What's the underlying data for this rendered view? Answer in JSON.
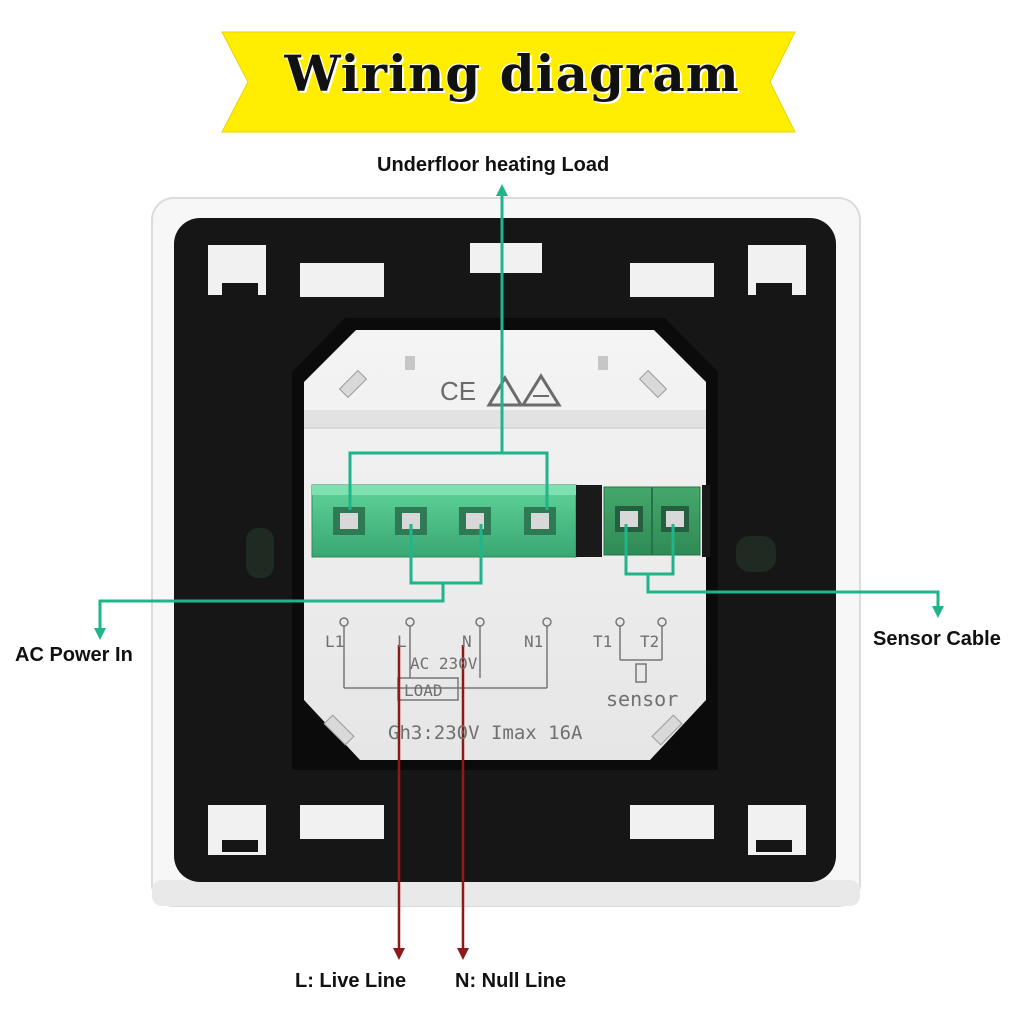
{
  "title": "Wiring diagram",
  "labels": {
    "load": "Underfloor heating Load",
    "ac_power": "AC Power In",
    "sensor_cable": "Sensor Cable",
    "live": "L:  Live Line",
    "null": "N:  Null Line"
  },
  "device": {
    "certification_marks": "CE",
    "terminal_labels": [
      "L1",
      "L",
      "N",
      "N1",
      "T1",
      "T2"
    ],
    "ac_text": "AC 230V",
    "load_text": "LOAD",
    "sensor_text": "sensor",
    "rating_text": "Gh3:230V  Imax 16A"
  },
  "colors": {
    "banner": "#ffee00",
    "arrow_green": "#1fb58a",
    "arrow_red": "#8b1a1a",
    "terminal_green": "#4cbf86",
    "frame_black": "#161616"
  }
}
